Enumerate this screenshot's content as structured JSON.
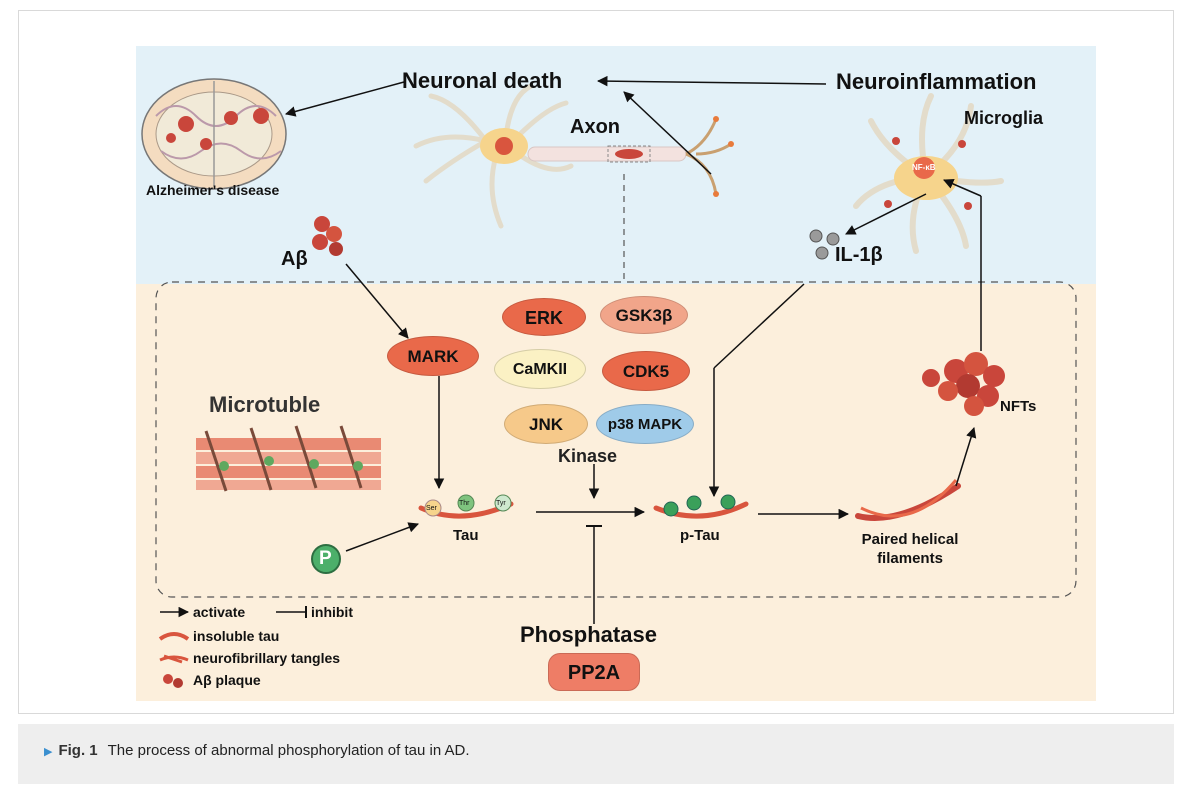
{
  "labels": {
    "neuronal_death": "Neuronal death",
    "neuroinflammation": "Neuroinflammation",
    "axon": "Axon",
    "microglia": "Microglia",
    "nfkb": "NF-κB",
    "alzheimers": "Alzheimer's disease",
    "abeta": "Aβ",
    "il1b": "IL-1β",
    "microtube": "Microtuble",
    "kinase": "Kinase",
    "tau": "Tau",
    "ptau": "p-Tau",
    "phf": "Paired helical filaments",
    "nfts": "NFTs",
    "phosphatase": "Phosphatase",
    "pp2a": "PP2A",
    "p_symbol": "P",
    "ser": "Ser",
    "thr": "Thr",
    "tyr": "Tyr"
  },
  "kinases": {
    "mark": "MARK",
    "erk": "ERK",
    "gsk3b": "GSK3β",
    "camkii": "CaMKII",
    "cdk5": "CDK5",
    "jnk": "JNK",
    "p38": "p38 MAPK"
  },
  "legend": {
    "activate": "activate",
    "inhibit": "inhibit",
    "insoluble": "insoluble tau",
    "nft": "neurofibrillary tangles",
    "plaque": "Aβ plaque"
  },
  "caption": {
    "fig_label": "Fig. 1",
    "text": "The process of abnormal phosphorylation of tau in AD."
  },
  "colors": {
    "sky": "#e3f1f8",
    "peach": "#fcefdc",
    "red_pill": "#e9694a",
    "salmon_pill": "#f1a58a",
    "cream_pill": "#fbf1c4",
    "orange_pill": "#f6c98a",
    "blue_pill": "#9fcbe9",
    "pp2a": "#ee7d66",
    "accent": "#3a8fcf"
  }
}
